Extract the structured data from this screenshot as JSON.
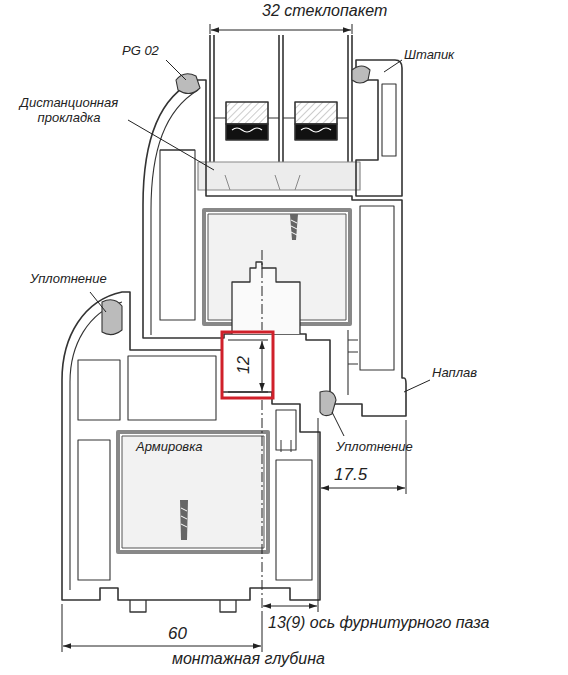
{
  "diagram": {
    "labels": [
      "32 стеклопакет",
      "PG 02",
      "Штапик",
      "Дистанционная прокладка",
      "Уплотнение",
      "12",
      "Наплав",
      "Армировка",
      "Уплотнение",
      "17.5",
      "60",
      "13(9) ось фурнитурного паза",
      "монтажная глубина"
    ]
  }
}
